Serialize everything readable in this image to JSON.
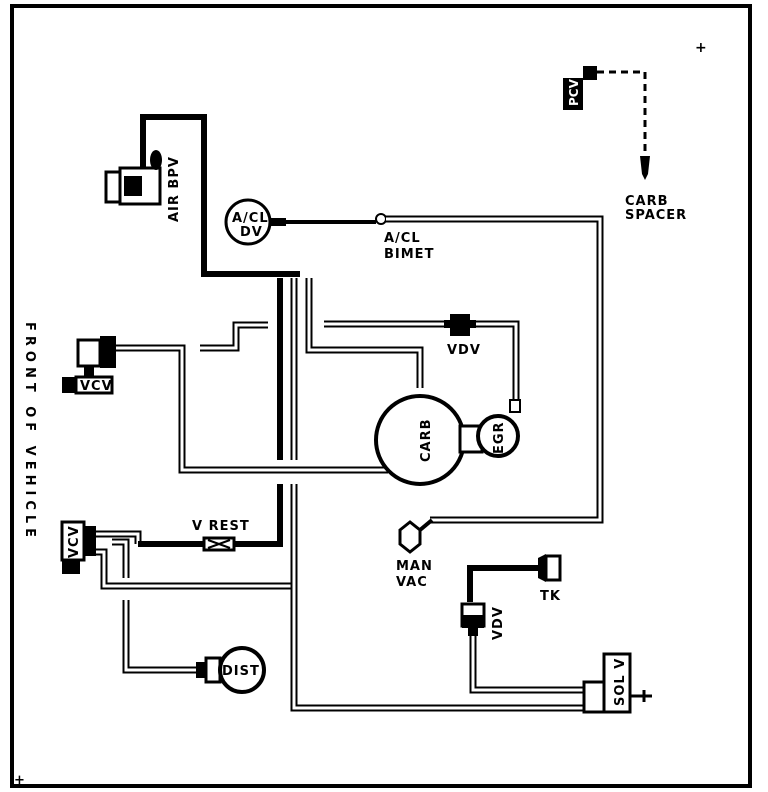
{
  "labels": {
    "pcv": "PCV",
    "carb_spacer_line1": "CARB",
    "carb_spacer_line2": "SPACER",
    "air_bpv": "AIR BPV",
    "acl_dv_line1": "A/CL",
    "acl_dv_line2": "DV",
    "acl_bimet_line1": "A/CL",
    "acl_bimet_line2": "BIMET",
    "front_of_vehicle": "FRONT OF VEHICLE",
    "vcv_upper": "VCV",
    "vcv_lower": "VCV",
    "vdv_upper": "VDV",
    "vdv_lower": "VDV",
    "carb": "CARB",
    "egr": "EGR",
    "v_rest": "V REST",
    "man_vac_line1": "MAN",
    "man_vac_line2": "VAC",
    "tk": "TK",
    "dist": "DIST",
    "sol_v": "SOL V",
    "plus_top": "+",
    "plus_bottom": "+"
  },
  "colors": {
    "line": "#000000",
    "background": "#ffffff"
  }
}
